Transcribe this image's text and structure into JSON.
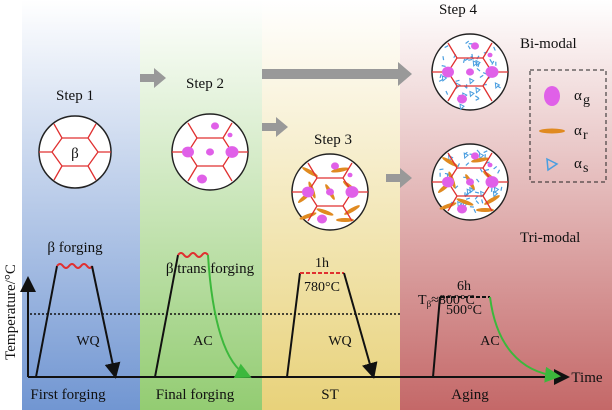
{
  "steps": {
    "s1": "Step 1",
    "s2": "Step 2",
    "s3": "Step 3",
    "s4": "Step 4"
  },
  "grain_labels": {
    "beta": "β",
    "bimodal": "Bi-modal",
    "trimodal": "Tri-modal"
  },
  "legend": {
    "g": "α",
    "g_sub": "g",
    "r": "α",
    "r_sub": "r",
    "s": "α",
    "s_sub": "s"
  },
  "process": {
    "beta_forging": "β forging",
    "beta_trans_forging": "β trans forging",
    "t_beta": "T",
    "t_beta_sub": "β",
    "t_beta_val": "≈800°C",
    "st_time": "1h",
    "st_temp": "780°C",
    "aging_time": "6h",
    "aging_temp": "500°C",
    "wq1": "WQ",
    "ac1": "AC",
    "wq2": "WQ",
    "ac2": "AC"
  },
  "axes": {
    "y": "Temperature/°C",
    "x": "Time"
  },
  "stages": [
    "First forging",
    "Final forging",
    "ST",
    "Aging"
  ],
  "colors": {
    "blue": "#7f9fd4",
    "green": "#a6d48a",
    "yellow": "#ecd98a",
    "red": "#c87a7a",
    "grain": "#e03030",
    "alpha_g": "#e060e8",
    "alpha_r": "#e08a20",
    "alpha_s": "#4a9ee0",
    "ac": "#3cb83c"
  }
}
